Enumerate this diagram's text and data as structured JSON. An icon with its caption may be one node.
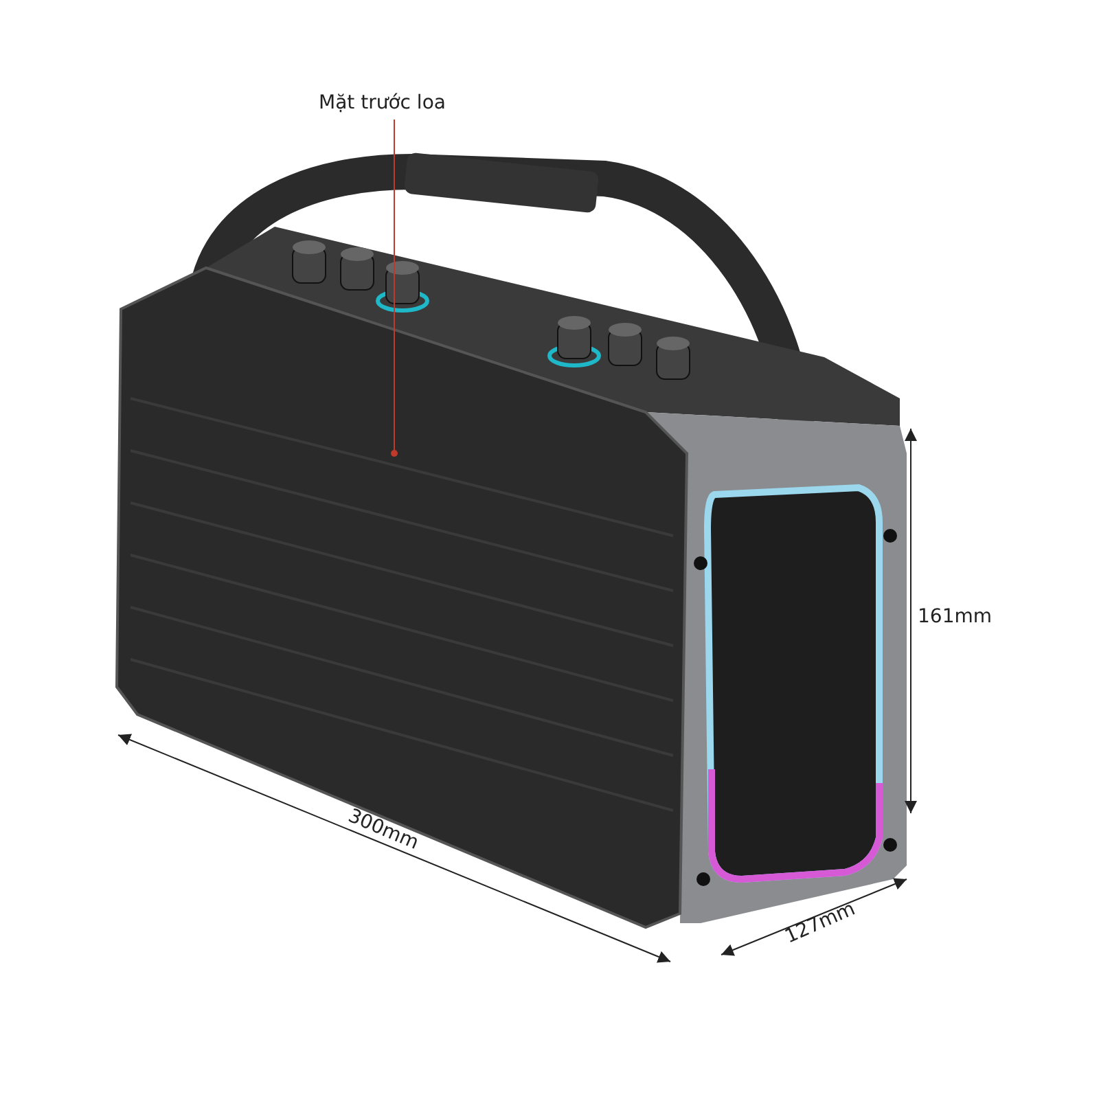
{
  "diagram": {
    "nodes": [
      {
        "text": [
          "Mặt trước loa"
        ]
      },
      {
        "text": [],
        "shape": "picture"
      }
    ],
    "edges": [
      {
        "from": 0,
        "to": 1,
        "arrow": "other"
      }
    ],
    "labels": [
      "161mm",
      "300mm",
      "127mm"
    ]
  }
}
